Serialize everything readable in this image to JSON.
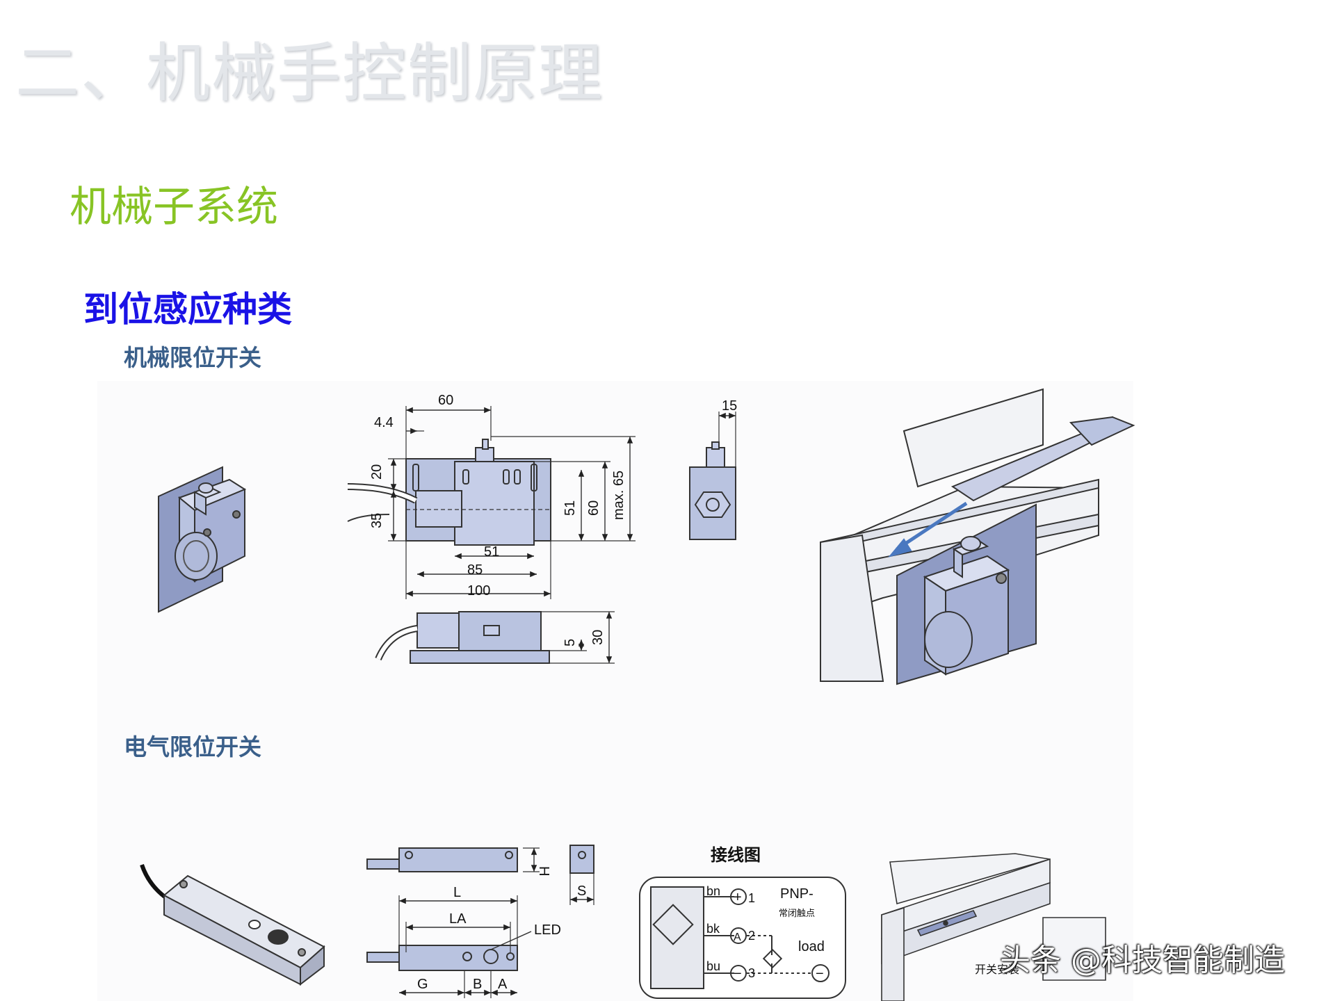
{
  "slide": {
    "title": "二、机械手控制原理",
    "section": "机械子系统",
    "subsection": "到位感应种类"
  },
  "categories": {
    "mechanical": "机械限位开关",
    "electrical": "电气限位开关"
  },
  "mech_dims": {
    "d60": "60",
    "d44": "4.4",
    "d20": "20",
    "d35": "35",
    "d51v": "51",
    "d60v": "60",
    "dmax65": "max. 65",
    "d51": "51",
    "d85": "85",
    "d100": "100",
    "d15": "15",
    "d5": "5",
    "d30": "30"
  },
  "elec_dims": {
    "H": "H",
    "S": "S",
    "L": "L",
    "LA": "LA",
    "LED": "LED",
    "G": "G",
    "B": "B",
    "A": "A"
  },
  "wiring": {
    "title": "接线图",
    "bn": "bn",
    "bk": "bk",
    "bu": "bu",
    "t1": "1",
    "t2": "2",
    "t3": "3",
    "pnp": "PNP-",
    "contact": "常闭触点",
    "load": "load",
    "plus": "+",
    "minus": "−",
    "a": "A"
  },
  "install_caption": "开关安装",
  "watermark": "头条 @科技智能制造",
  "colors": {
    "title_shadow": "#e3e6ea",
    "section_green": "#88c425",
    "subsection_blue": "#1a12e6",
    "category_blue": "#3a5f8a",
    "part_fill": "#b9c3e0",
    "part_side": "#8f9bc4",
    "arrow_blue": "#4a78c0"
  }
}
